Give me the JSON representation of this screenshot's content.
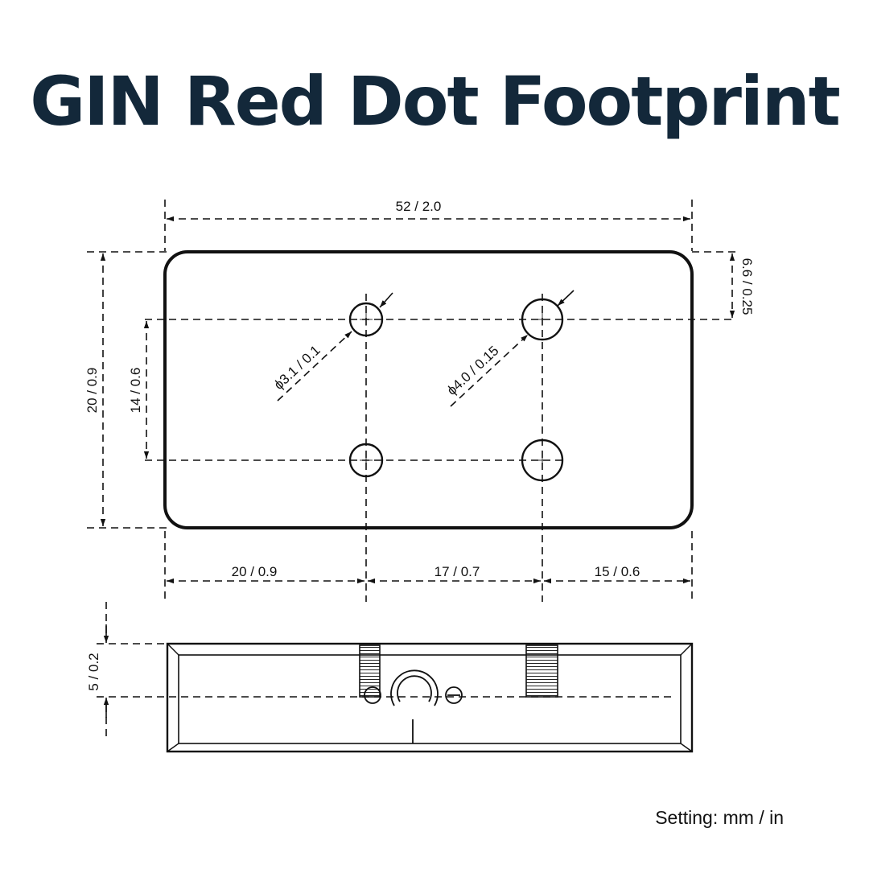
{
  "title": "GIN Red Dot Footprint",
  "dimensions": {
    "overall_length": "52 / 2.0",
    "overall_width": "20 / 0.9",
    "hole_spacing_vertical": "14 / 0.6",
    "hole_offset_top": "6.6 / 0.25",
    "small_hole_diameter": "ϕ3.1 / 0.1",
    "large_hole_diameter": "ϕ4.0 / 0.15",
    "left_to_small_holes": "20 / 0.9",
    "small_to_large_holes": "17 / 0.7",
    "large_holes_to_right": "15 / 0.6",
    "side_height": "5 / 0.2"
  },
  "footer": {
    "setting": "Setting: mm / in"
  }
}
